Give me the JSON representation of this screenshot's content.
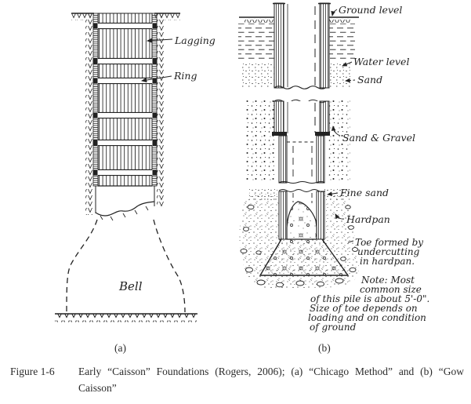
{
  "colors": {
    "ink": "#222222",
    "paper": "#ffffff"
  },
  "diagram_a": {
    "panel_label": "(a)",
    "lagging_label": "Lagging",
    "ring_label": "Ring",
    "bell_label": "Bell"
  },
  "diagram_b": {
    "panel_label": "(b)",
    "ground_level_label": "Ground level",
    "water_level_label": "Water level",
    "sand_label": "Sand",
    "sand_gravel_label": "Sand & Gravel",
    "fine_sand_label": "Fine sand",
    "hardpan_label": "Hardpan",
    "toe_note": {
      "line1": "Toe formed by",
      "line2": "undercutting",
      "line3": "in hardpan."
    },
    "size_note": {
      "line1": "Note: Most",
      "line2": "common size",
      "line3": "of this pile is about 5'-0\".",
      "line4": "Size of toe depends on",
      "line5": "loading and on condition",
      "line6": "of ground"
    }
  },
  "caption": {
    "figure_label": "Figure 1-6",
    "line1": "Early “Caisson” Foundations (Rogers, 2006); (a) “Chicago Method” and (b) “Gow",
    "line2": "Caisson”"
  }
}
